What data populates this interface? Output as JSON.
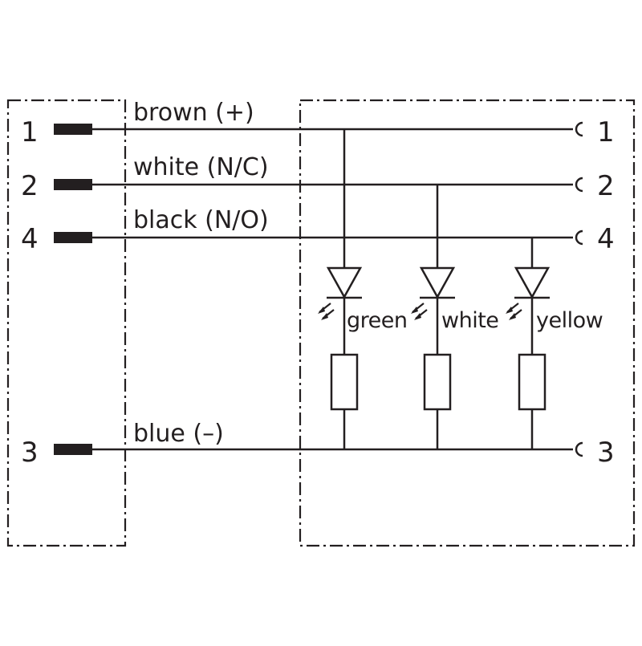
{
  "plug_pins": [
    "1",
    "2",
    "4",
    "3"
  ],
  "wires": [
    "brown (+)",
    "white (N/C)",
    "black (N/O)",
    "blue (–)"
  ],
  "socket_pins": [
    "1",
    "2",
    "4",
    "3"
  ],
  "leds": [
    "green",
    "white",
    "yellow"
  ]
}
